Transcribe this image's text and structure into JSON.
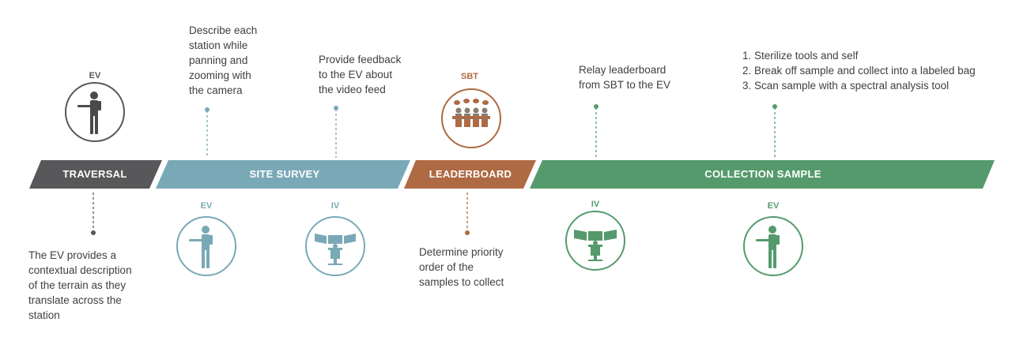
{
  "colors": {
    "traversal": "#58585a",
    "site_survey": "#79a9b6",
    "leaderboard": "#ae6a43",
    "collection": "#559a6c"
  },
  "phases": [
    {
      "label": "TRAVERSAL"
    },
    {
      "label": "SITE SURVEY"
    },
    {
      "label": "LEADERBOARD"
    },
    {
      "label": "COLLECTION SAMPLE"
    }
  ],
  "top": {
    "ev_role": "EV",
    "sbt_role": "SBT",
    "survey_note_1": "Describe each\nstation while\npanning and\nzooming with\nthe camera",
    "survey_note_2": "Provide feedback\nto the EV about\nthe video feed",
    "relay_note": "Relay leaderboard\nfrom SBT to the EV",
    "steps": [
      "1.  Sterilize tools and self",
      "2. Break off sample and collect into a labeled bag",
      "3. Scan sample with a spectral analysis tool"
    ]
  },
  "bottom": {
    "traversal_note": "The EV provides a\ncontextual description\nof the terrain as they\ntranslate across the\nstation",
    "survey_ev_role": "EV",
    "survey_iv_role": "IV",
    "leaderboard_note": "Determine priority\norder of the\nsamples to collect",
    "collection_iv_role": "IV",
    "collection_ev_role": "EV"
  },
  "icons": [
    "astronaut-icon",
    "team-table-icon",
    "operator-console-icon"
  ]
}
